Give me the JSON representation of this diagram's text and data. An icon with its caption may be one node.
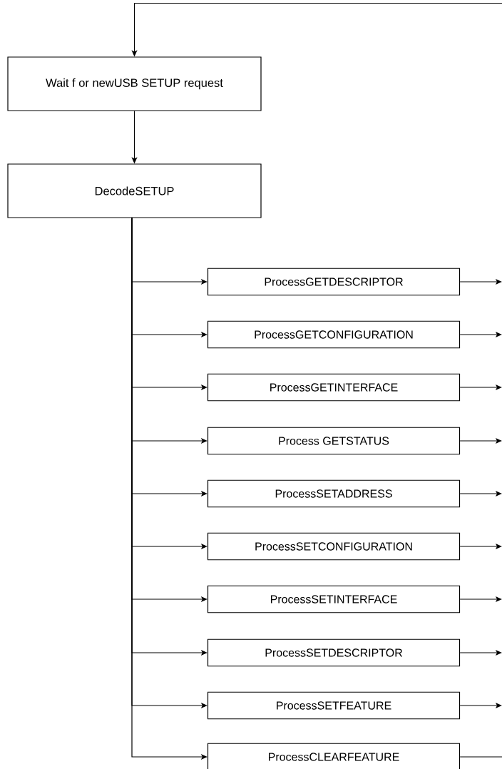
{
  "diagram": {
    "nodes": [
      {
        "text": [
          "Wait f or newUSB SETUP request"
        ]
      },
      {
        "text": [
          "DecodeSETUP"
        ]
      },
      {
        "text": [
          "ProcessGETDESCRIPTOR"
        ]
      },
      {
        "text": [
          "ProcessGETCONFIGURATION"
        ]
      },
      {
        "text": [
          "ProcessGETINTERFACE"
        ]
      },
      {
        "text": [
          "Process GETSTATUS"
        ]
      },
      {
        "text": [
          "ProcessSETADDRESS"
        ]
      },
      {
        "text": [
          "ProcessSETCONFIGURATION"
        ]
      },
      {
        "text": [
          "ProcessSETINTERFACE"
        ]
      },
      {
        "text": [
          "ProcessSETDESCRIPTOR"
        ]
      },
      {
        "text": [
          "ProcessSETFEATURE"
        ]
      },
      {
        "text": [
          "ProcessCLEARFEATURE"
        ]
      }
    ],
    "edges": [
      {
        "from": null,
        "to": 0,
        "arrow": "to"
      },
      {
        "from": 0,
        "to": 1,
        "arrow": "to"
      },
      {
        "from": 1,
        "to": 2,
        "arrow": "to"
      },
      {
        "from": 1,
        "to": 3,
        "arrow": "to"
      },
      {
        "from": 1,
        "to": 4,
        "arrow": "to"
      },
      {
        "from": 1,
        "to": 5,
        "arrow": "to"
      },
      {
        "from": 1,
        "to": 6,
        "arrow": "to"
      },
      {
        "from": 1,
        "to": 7,
        "arrow": "to"
      },
      {
        "from": 1,
        "to": 8,
        "arrow": "to"
      },
      {
        "from": 1,
        "to": 9,
        "arrow": "to"
      },
      {
        "from": 1,
        "to": 10,
        "arrow": "to"
      },
      {
        "from": 1,
        "to": 11,
        "arrow": "to"
      },
      {
        "from": 2,
        "to": null,
        "arrow": "to"
      },
      {
        "from": 3,
        "to": null,
        "arrow": "to"
      },
      {
        "from": 4,
        "to": null,
        "arrow": "to"
      },
      {
        "from": 5,
        "to": null,
        "arrow": "to"
      },
      {
        "from": 6,
        "to": null,
        "arrow": "to"
      },
      {
        "from": 7,
        "to": null,
        "arrow": "to"
      },
      {
        "from": 8,
        "to": null,
        "arrow": "to"
      },
      {
        "from": 9,
        "to": null,
        "arrow": "to"
      },
      {
        "from": 10,
        "to": null,
        "arrow": "to"
      },
      {
        "from": 11,
        "to": null,
        "arrow": "none"
      }
    ]
  }
}
